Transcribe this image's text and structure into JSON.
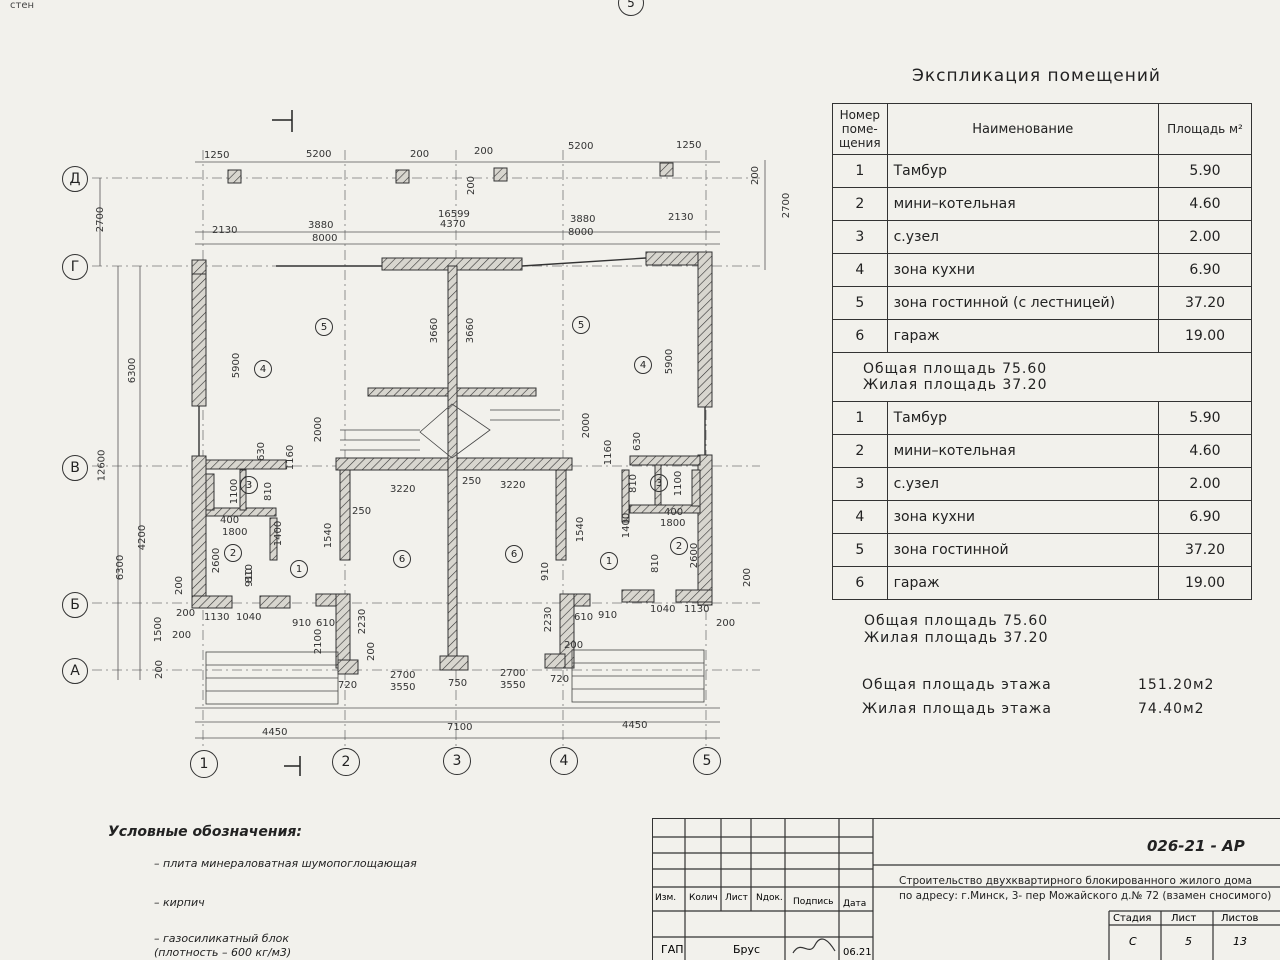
{
  "sheet_no": "5",
  "top_label": "стен",
  "explication": {
    "title": "Экспликация помещений",
    "headers": {
      "num": "Номер поме- щения",
      "name": "Наименование",
      "area": "Площадь м²"
    },
    "apartment_a": [
      {
        "n": "1",
        "name": "Тамбур",
        "area": "5.90"
      },
      {
        "n": "2",
        "name": "мини–котельная",
        "area": "4.60"
      },
      {
        "n": "3",
        "name": "с.узел",
        "area": "2.00"
      },
      {
        "n": "4",
        "name": "зона кухни",
        "area": "6.90"
      },
      {
        "n": "5",
        "name": "зона гостинной (с лестницей)",
        "area": "37.20"
      },
      {
        "n": "6",
        "name": "гараж",
        "area": "19.00"
      }
    ],
    "totals_a": {
      "total": "Общая площадь 75.60",
      "living": "Жилая площадь 37.20"
    },
    "apartment_b": [
      {
        "n": "1",
        "name": "Тамбур",
        "area": "5.90"
      },
      {
        "n": "2",
        "name": "мини–котельная",
        "area": "4.60"
      },
      {
        "n": "3",
        "name": "с.узел",
        "area": "2.00"
      },
      {
        "n": "4",
        "name": "зона кухни",
        "area": "6.90"
      },
      {
        "n": "5",
        "name": "зона гостинной",
        "area": "37.20"
      },
      {
        "n": "6",
        "name": "гараж",
        "area": "19.00"
      }
    ],
    "totals_b": {
      "total": "Общая площадь 75.60",
      "living": "Жилая площадь 37.20"
    },
    "floor_total_label": "Общая площадь этажа",
    "floor_total_value": "151.20м2",
    "floor_living_label": "Жилая площадь этажа",
    "floor_living_value": "74.40м2"
  },
  "plan": {
    "axes_h": [
      "Д",
      "Г",
      "В",
      "Б",
      "А"
    ],
    "axes_v": [
      "1",
      "2",
      "3",
      "4",
      "5"
    ],
    "dims_top": [
      "1250",
      "5200",
      "200",
      "200",
      "5200",
      "1250"
    ],
    "dims_mid": [
      "2130",
      "3880",
      "8000",
      "16599",
      "4370",
      "3880",
      "8000",
      "2130"
    ],
    "dims_bottom": [
      "4450",
      "7100",
      "4450"
    ],
    "dims_misc": [
      "2700",
      "2700",
      "200",
      "200",
      "6300",
      "5900",
      "5900",
      "3660",
      "3660",
      "2000",
      "2000",
      "12600",
      "3220",
      "250",
      "3220",
      "250",
      "1160",
      "1160",
      "630",
      "630",
      "1100",
      "810",
      "810",
      "1100",
      "400",
      "1800",
      "400",
      "1800",
      "1400",
      "1540",
      "1540",
      "1400",
      "4200",
      "6300",
      "2600",
      "2600",
      "810",
      "810",
      "200",
      "200",
      "1130",
      "1040",
      "910",
      "610",
      "610",
      "910",
      "1040",
      "1130",
      "2230",
      "2230",
      "1500",
      "200",
      "2100",
      "200",
      "2700",
      "3550",
      "750",
      "2700",
      "3550",
      "720",
      "720",
      "200",
      "200",
      "200",
      "200",
      "910",
      "910"
    ],
    "rooms": [
      "1",
      "2",
      "3",
      "4",
      "5",
      "6",
      "6",
      "5",
      "4",
      "3",
      "2",
      "1"
    ]
  },
  "legend": {
    "title": "Условные обозначения:",
    "items": [
      "– плита минераловатная шумопоглощающая",
      "– кирпич",
      "– газосиликатный блок (плотность – 600 кг/м3)"
    ]
  },
  "stamp": {
    "code": "026-21 - АР",
    "desc_line1": "Строительство двухквартирного блокированного жилого дома",
    "desc_line2": "по адресу: г.Минск, 3- пер Можайского д.№ 72 (взамен сносимого)",
    "cols": [
      "Изм.",
      "Колич",
      "Лист",
      "Nдок.",
      "Подпись",
      "Дата"
    ],
    "stage_labels": [
      "Стадия",
      "Лист",
      "Листов"
    ],
    "stage_values": [
      "С",
      "5",
      "13"
    ],
    "role": "ГАП",
    "name": "Брус",
    "date": "06.21"
  }
}
